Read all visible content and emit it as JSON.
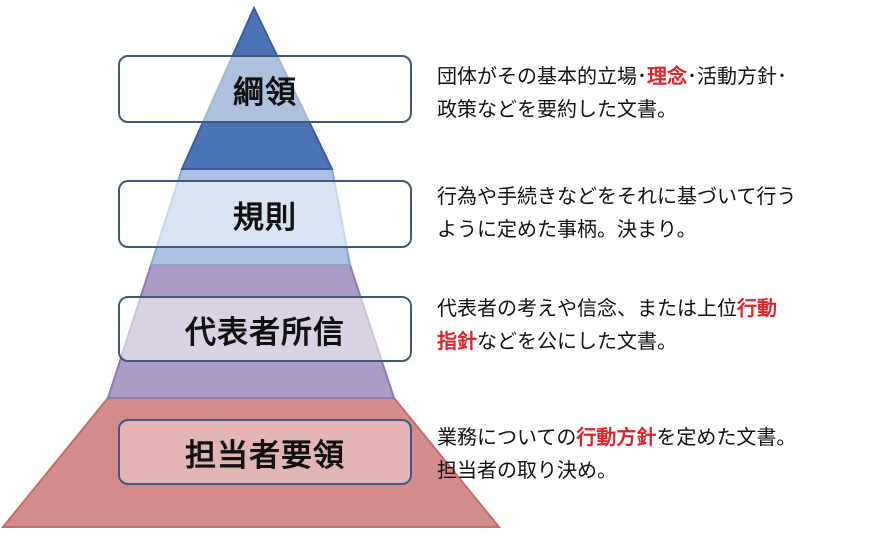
{
  "colors": {
    "tier_1": "#4a73b6",
    "tier_2": "#a9c2e4",
    "tier_3": "#ab9bc6",
    "tier_4": "#d38c8c",
    "box_border": "#3f5a78",
    "highlight": "#e0242b"
  },
  "tiers": [
    {
      "label": "綱領",
      "desc_lines": [
        [
          {
            "text": "団体がその基本的立場･",
            "hl": false
          },
          {
            "text": "理念",
            "hl": true
          },
          {
            "text": "･活動方針･",
            "hl": false
          }
        ],
        [
          {
            "text": "政策などを要約した文書。",
            "hl": false
          }
        ]
      ]
    },
    {
      "label": "規則",
      "desc_lines": [
        [
          {
            "text": "行為や手続きなどをそれに基づいて行う",
            "hl": false
          }
        ],
        [
          {
            "text": "ように定めた事柄。決まり。",
            "hl": false
          }
        ]
      ]
    },
    {
      "label": "代表者所信",
      "desc_lines": [
        [
          {
            "text": "代表者の考えや信念、または上位",
            "hl": false
          },
          {
            "text": "行動",
            "hl": true
          }
        ],
        [
          {
            "text": "指針",
            "hl": true
          },
          {
            "text": "などを公にした文書。",
            "hl": false
          }
        ]
      ]
    },
    {
      "label": "担当者要領",
      "desc_lines": [
        [
          {
            "text": "業務についての",
            "hl": false
          },
          {
            "text": "行動方針",
            "hl": true
          },
          {
            "text": "を定めた文書。",
            "hl": false
          }
        ],
        [
          {
            "text": "担当者の取り決め。",
            "hl": false
          }
        ]
      ]
    }
  ]
}
